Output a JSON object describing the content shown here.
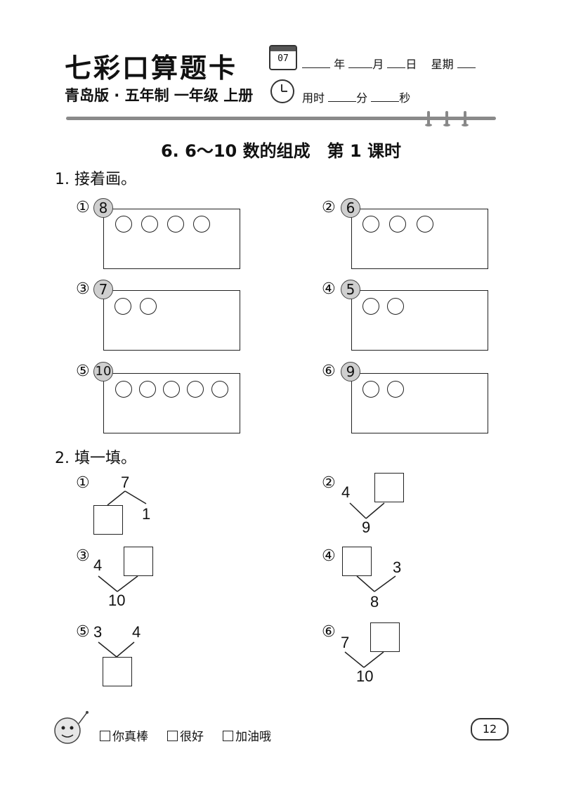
{
  "header": {
    "brand": "七彩口算题卡",
    "calendar_day": "07",
    "year_label": "年",
    "month_label": "月",
    "day_label": "日",
    "weekday_label": "星期",
    "edition": "青岛版 · 五年制 一年级 上册",
    "time_used_label": "用时",
    "minute_label": "分",
    "second_label": "秒"
  },
  "lesson_title": "6. 6～10 数的组成　第 1 课时",
  "section1": {
    "heading": "1. 接着画。",
    "items": [
      {
        "marker": "①",
        "number": "8",
        "circles_drawn": 4
      },
      {
        "marker": "②",
        "number": "6",
        "circles_drawn": 3
      },
      {
        "marker": "③",
        "number": "7",
        "circles_drawn": 2
      },
      {
        "marker": "④",
        "number": "5",
        "circles_drawn": 2
      },
      {
        "marker": "⑤",
        "number": "10",
        "circles_drawn": 5
      },
      {
        "marker": "⑥",
        "number": "9",
        "circles_drawn": 2
      }
    ]
  },
  "section2": {
    "heading": "2. 填一填。",
    "items": [
      {
        "marker": "①",
        "whole": "7",
        "left": "",
        "right": "1"
      },
      {
        "marker": "②",
        "whole": "9",
        "left": "4",
        "right": ""
      },
      {
        "marker": "③",
        "whole": "10",
        "left": "4",
        "right": ""
      },
      {
        "marker": "④",
        "whole": "8",
        "left": "",
        "right": "3"
      },
      {
        "marker": "⑤",
        "whole": "",
        "left": "3",
        "right": "4"
      },
      {
        "marker": "⑥",
        "whole": "10",
        "left": "7",
        "right": ""
      }
    ]
  },
  "footer": {
    "options": [
      "你真棒",
      "很好",
      "加油哦"
    ],
    "page_number": "12"
  }
}
